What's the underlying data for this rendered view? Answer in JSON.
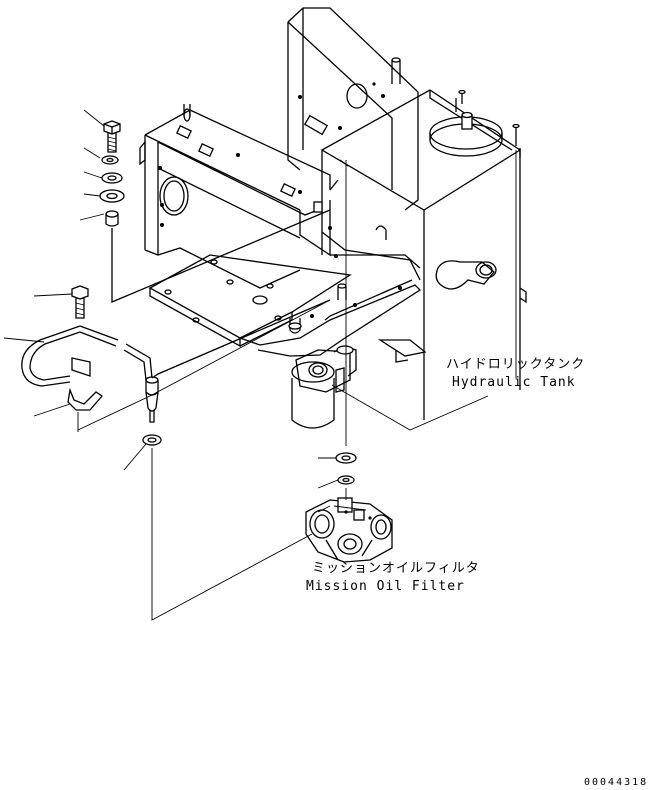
{
  "labels": {
    "hydraulic_tank_jp": "ハイドロリックタンク",
    "hydraulic_tank_en": "Hydraulic Tank",
    "mission_filter_jp": "ミッションオイルフィルタ",
    "mission_filter_en": "Mission Oil Filter",
    "drawing_number": "00044318"
  }
}
